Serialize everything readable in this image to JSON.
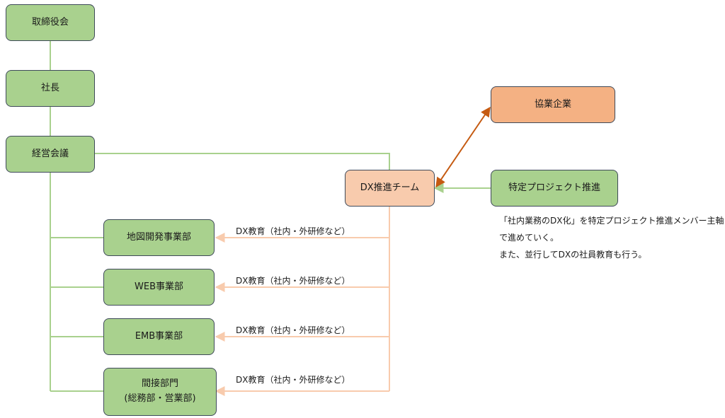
{
  "colors": {
    "green_fill": "#a9d18e",
    "peach_fill": "#f8cbad",
    "orange_fill": "#f4b183",
    "green_line": "#a9d18e",
    "peach_line": "#f8cbad",
    "arrow_line": "#c55a11",
    "border": "#3f4a5a"
  },
  "nodes": {
    "board": "取締役会",
    "president": "社長",
    "management_meeting": "経営会議",
    "dx_team": "DX推進チーム",
    "partner": "協業企業",
    "special_project": "特定プロジェクト推進",
    "map_dev": "地図開発事業部",
    "web": "WEB事業部",
    "emb": "EMB事業部",
    "indirect": "間接部門\n(総務部・営業部)"
  },
  "edge_labels": {
    "map_dev": "DX教育（社内・外研修など）",
    "web": "DX教育（社内・外研修など）",
    "emb": "DX教育（社内・外研修など）",
    "indirect": "DX教育（社内・外研修など）"
  },
  "note": {
    "line1": "「社内業務のDX化」を特定プロジェクト推進メンバー主軸で進めていく。",
    "line2": "また、並行してDXの社員教育も行う。"
  }
}
